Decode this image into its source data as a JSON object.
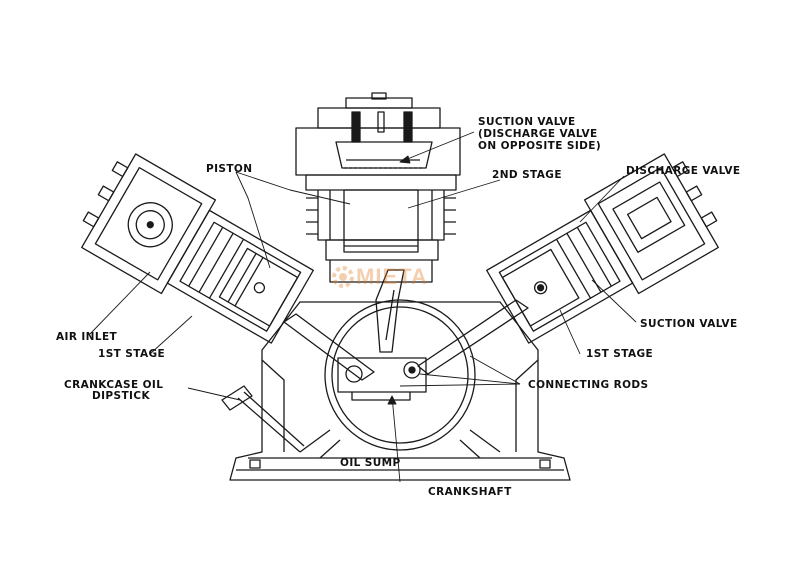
{
  "labels": {
    "suction_valve_top": "SUCTION VALVE",
    "discharge_note_1": "(DISCHARGE VALVE",
    "discharge_note_2": "ON OPPOSITE SIDE)",
    "piston": "PISTON",
    "second_stage": "2ND STAGE",
    "discharge_valve": "DISCHARGE VALVE",
    "air_inlet": "AIR INLET",
    "first_stage_left": "1ST STAGE",
    "suction_valve_right": "SUCTION VALVE",
    "first_stage_right": "1ST STAGE",
    "crankcase_oil": "CRANKCASE OIL",
    "dipstick": "DIPSTICK",
    "connecting_rods": "CONNECTING RODS",
    "oil_sump": "OIL SUMP",
    "crankshaft": "CRANKSHAFT"
  },
  "watermark": {
    "text": "MIETA",
    "color": "#e2791c"
  }
}
